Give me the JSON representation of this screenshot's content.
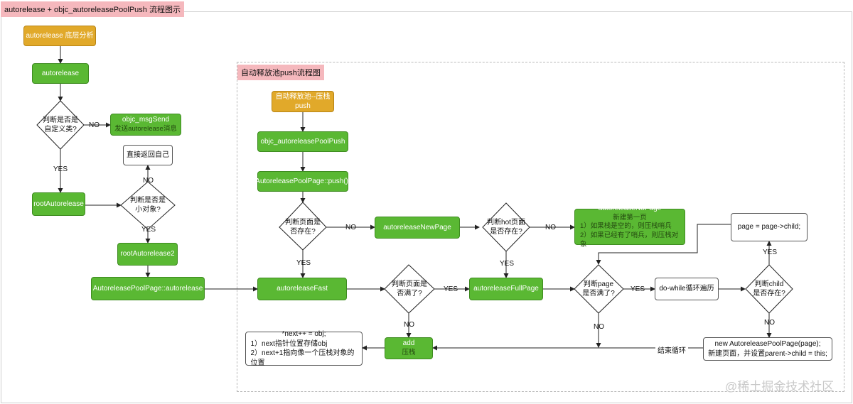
{
  "title": "autorelease +  objc_autoreleasePoolPush 流程图示",
  "push_title": "自动释放池push流程图",
  "left": {
    "start": "autorelease 底层分析",
    "autorelease": "autorelease",
    "is_custom_q": "判断是否是\n自定义类?",
    "msgsend_title": "objc_msgSend",
    "msgsend_sub": "发送autorelease消息",
    "return_self": "直接返回自己",
    "root_autorelease": "rootAutorelease",
    "is_small_q": "判断是否是\n小对象?",
    "root_autorelease2": "rootAutorelease2",
    "pool_page_autorelease": "AutoreleasePoolPage::autorelease"
  },
  "right": {
    "start_title": "自动释放池--压栈",
    "start_sub": "push",
    "pool_push": "objc_autoreleasePoolPush",
    "page_push": "AutoreleasePoolPage::push();",
    "page_exists_q": "判断页面是\n否存在?",
    "new_page": "autoreleaseNewPage",
    "hot_page_q": "判断hot页面\n是否存在?",
    "no_page_title": "autoreleaseNoPage",
    "no_page_sub": "新建第一页",
    "no_page_l1": "1）如果栈是空的，则压栈哨兵",
    "no_page_l2": "2）如果已经有了哨兵，则压栈对象",
    "fast": "autoreleaseFast",
    "page_full_q": "判断页面是\n否满了?",
    "full_page": "autoreleaseFullPage",
    "page_full_q2": "判断page\n是否满了?",
    "do_while": "do-while循环遍历",
    "child_exists_q": "判断child\n是否存在?",
    "page_child": "page = page->child;",
    "add_title": "add",
    "add_sub": "压栈",
    "next_title": "*next++ = obj;",
    "next_l1": "1）next指针位置存储obj",
    "next_l2": "2）next+1指向像一个压栈对象的位置",
    "new_pool_page": "new AutoreleasePoolPage(page);",
    "new_pool_page_sub": "新建页面，并设置parent->child = this;",
    "end_loop": "结束循环"
  },
  "labels": {
    "yes": "YES",
    "no": "NO"
  },
  "watermark": "@稀土掘金技术社区",
  "colors": {
    "green": "#5ab833",
    "orange": "#e1a92a",
    "tag": "#f5b8bd"
  }
}
